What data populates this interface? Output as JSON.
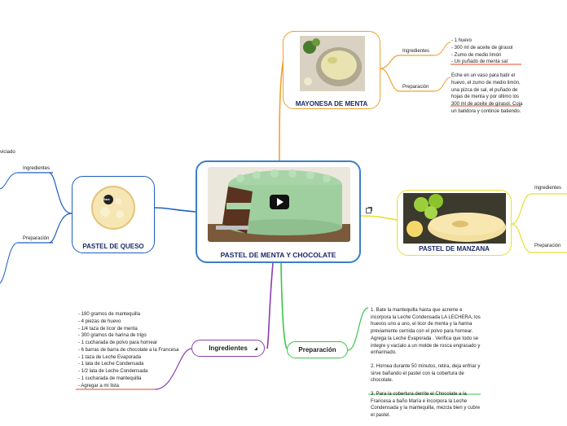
{
  "colors": {
    "center": "#3b7fc4",
    "mayonesa": "#f0a030",
    "queso": "#1e5fbf",
    "manzana": "#e8e030",
    "ingredientes": "#8a3fb0",
    "preparacion": "#3cc34a",
    "red_accent": "#e04a2a"
  },
  "center": {
    "title": "PASTEL DE MENTA Y CHOCOLATE"
  },
  "mayonesa": {
    "title": "MAYONESA DE MENTA",
    "ingredientes_label": "Ingredientes",
    "ingredientes": [
      "- 1 huevo",
      "- 300 ml de aceite de girasol",
      "- Zumo de medio limón",
      "- Un puñado de menta sal"
    ],
    "preparacion_label": "Preparación",
    "preparacion_lines": [
      "Eche en un vaso para batir el",
      "huevo, el zumo de medio limón,",
      "una pizca de sal, el puñado de",
      "hojas de menta y por último los",
      "300 ml de aceite de girasol. Coja",
      "un batidora y continúe batiendo."
    ]
  },
  "queso": {
    "title": "PASTEL DE QUESO",
    "ingredientes_label": "Ingredientes",
    "preparacion_label": "Preparación",
    "edge_text": "viciado",
    "badge": "Sara"
  },
  "manzana": {
    "title": "PASTEL DE MANZANA",
    "ingredientes_label": "Ingredientes",
    "preparacion_label": "Preparación"
  },
  "ingredientes": {
    "label": "Ingredientes",
    "items": [
      "- 180 gramos de mantequilla",
      "- 4 piezas de huevo",
      "- 1/4 taza de licor de menta",
      "- 300 gramos de harina de trigo",
      "- 1 cucharada de polvo para hornear",
      "- 6 barras de barra de chocolate a la Francesa",
      "- 1 taza de Leche Evaporada",
      "- 1 lata de Leche Condensada",
      "- 1/2 lata de Leche Condensada",
      "- 1 cucharada de mantequilla",
      "- Agregar a mi lista"
    ]
  },
  "preparacion": {
    "label": "Preparación",
    "step1": "1. Bate la mantequilla hasta que acreme e incorpora la Leche Condensada LA LECHERA, los huevos uno a uno, el licor de menta y la harina previamente cernida con el polvo para hornear. Agrega la Leche Evaporada . Verifica que todo se integre y vacíalo a un molde de rosca engrasado y enharinado.",
    "step2": "2. Hornea durante 50 minutos, retira, deja enfriar y sirve bañando el pastel con la cobertura de chocolate.",
    "step3": "3. Para la cobertura derrite el Chocolate a la Francesa a baño María e incorpora la Leche Condensada y la mantequilla, mezcla bien y cubre el pastel."
  }
}
